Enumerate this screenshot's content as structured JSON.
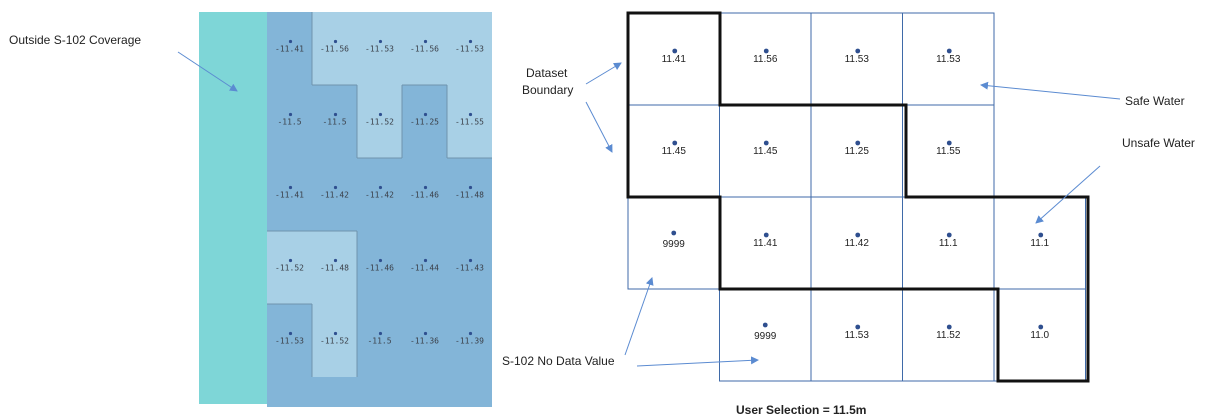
{
  "colors": {
    "outside_coverage": "#7ed6d7",
    "depth_dark": "#83b5d8",
    "depth_light": "#a8d0e6",
    "grid_line": "#3f6aa8",
    "boundary": "#111111",
    "arrow": "#5b8bd1",
    "point": "#2f4f8f"
  },
  "labels": {
    "outside_coverage": "Outside S-102 Coverage",
    "dataset_boundary_line1": "Dataset",
    "dataset_boundary_line2": "Boundary",
    "safe_water": "Safe Water",
    "unsafe_water": "Unsafe Water",
    "no_data": "S-102 No Data Value",
    "user_selection": "User Selection = 11.5m"
  },
  "left_grid": {
    "rows": [
      [
        "-11.41",
        "-11.56",
        "-11.53",
        "-11.56",
        "-11.53"
      ],
      [
        "-11.5",
        "-11.5",
        "-11.52",
        "-11.25",
        "-11.55"
      ],
      [
        "-11.41",
        "-11.42",
        "-11.42",
        "-11.46",
        "-11.48"
      ],
      [
        "-11.52",
        "-11.48",
        "-11.46",
        "-11.44",
        "-11.43"
      ],
      [
        "-11.53",
        "-11.52",
        "-11.5",
        "-11.36",
        "-11.39"
      ]
    ],
    "shade": [
      [
        "dark",
        "light",
        "light",
        "light",
        "light"
      ],
      [
        "dark",
        "dark",
        "light",
        "dark",
        "light"
      ],
      [
        "dark",
        "dark",
        "dark",
        "dark",
        "dark"
      ],
      [
        "light",
        "light",
        "dark",
        "dark",
        "dark"
      ],
      [
        "dark",
        "light",
        "dark",
        "dark",
        "dark"
      ]
    ]
  },
  "right_grid": {
    "rows": [
      [
        "11.41",
        "11.56",
        "11.53",
        "11.53",
        null
      ],
      [
        "11.45",
        "11.45",
        "11.25",
        "11.55",
        null
      ],
      [
        "9999",
        "11.41",
        "11.42",
        "11.1",
        "11.1"
      ],
      [
        null,
        "9999",
        "11.53",
        "11.52",
        "11.0"
      ]
    ]
  }
}
